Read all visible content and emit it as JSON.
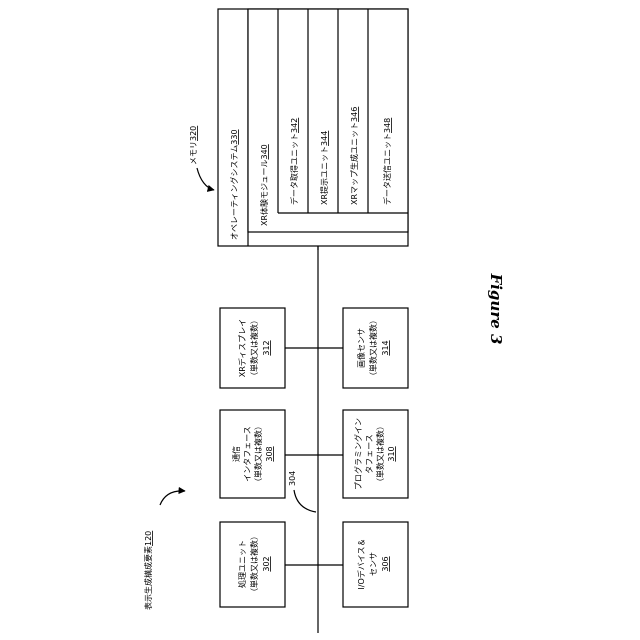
{
  "diagram": {
    "title": "表示生成構成要素",
    "title_ref": "120",
    "bus_ref": "304",
    "figure_label": "Figure 3",
    "blocks": [
      {
        "lines": [
          "処理ユニット",
          "（単数又は複数）"
        ],
        "ref": "302"
      },
      {
        "lines": [
          "通信",
          "インタフェース",
          "（単数又は複数）"
        ],
        "ref": "308"
      },
      {
        "lines": [
          "XRディスプレイ",
          "（単数又は複数）"
        ],
        "ref": "312"
      },
      {
        "lines": [
          "I/Oデバイス＆",
          "センサ"
        ],
        "ref": "306"
      },
      {
        "lines": [
          "プログラミングイン",
          "タフェース",
          "（単数又は複数）"
        ],
        "ref": "310"
      },
      {
        "lines": [
          "画像センサ",
          "（単数又は複数）"
        ],
        "ref": "314"
      }
    ],
    "memory": {
      "label": "メモリ",
      "ref": "320",
      "items": [
        {
          "label": "オペレーティングシステム",
          "ref": "330"
        },
        {
          "label": "XR体験モジュール",
          "ref": "340"
        },
        {
          "label": "データ取得ユニット",
          "ref": "342"
        },
        {
          "label": "XR提示ユニット",
          "ref": "344"
        },
        {
          "label": "XRマップ生成ユニット",
          "ref": "346"
        },
        {
          "label": "データ送信ユニット",
          "ref": "348"
        }
      ]
    }
  }
}
